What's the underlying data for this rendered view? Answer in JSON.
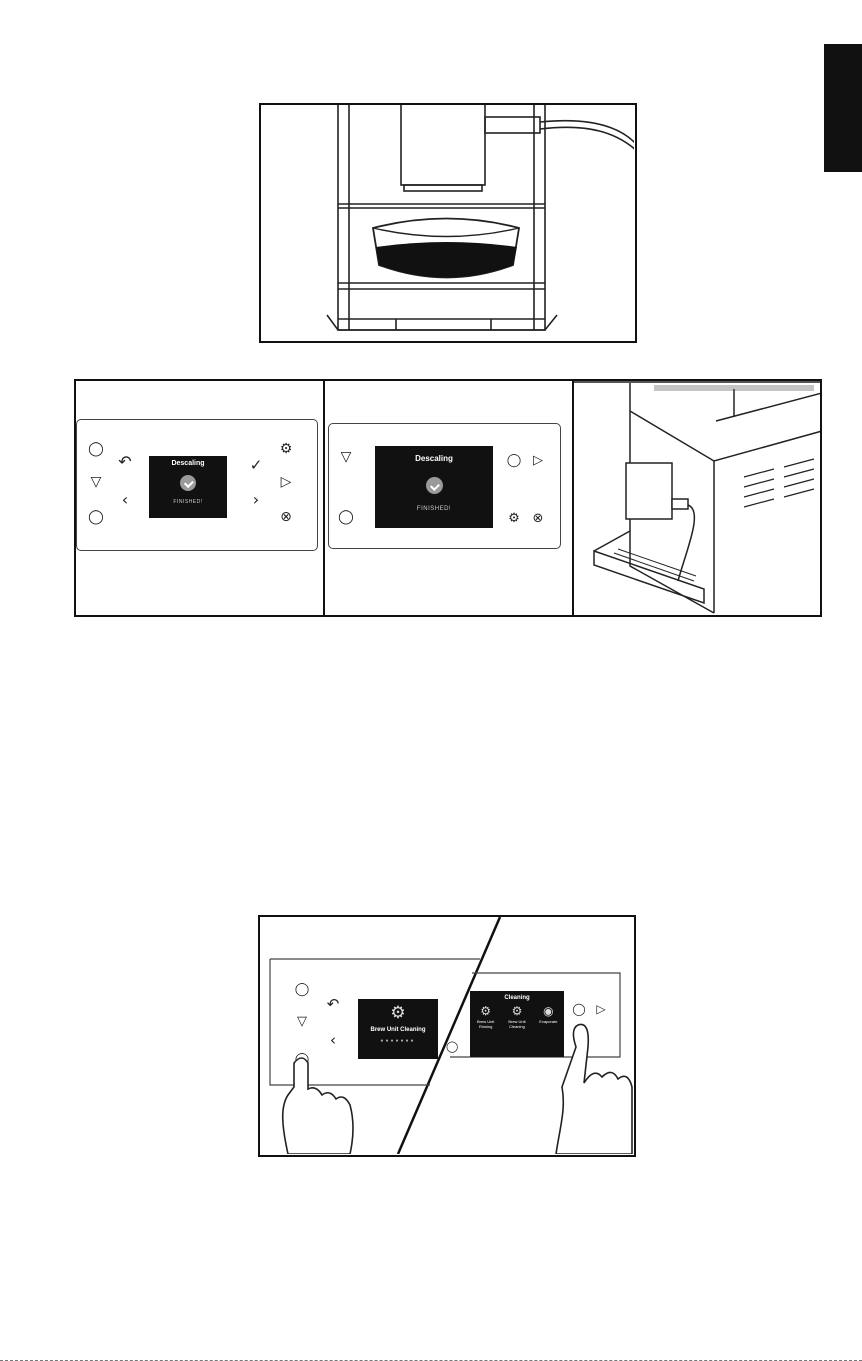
{
  "figures": {
    "descaling_small": {
      "title": "Descaling",
      "status": "FINISHED!"
    },
    "descaling_large": {
      "title": "Descaling",
      "status": "FINISHED!"
    },
    "cleaning_left": {
      "title": "Brew Unit Cleaning"
    },
    "cleaning_right": {
      "title": "Cleaning",
      "options": [
        "Brew Unit Rinsing",
        "Brew Unit Cleaning",
        "Evaporate"
      ]
    }
  },
  "icons": {
    "profile": "person-icon",
    "cup": "cup-icon",
    "maintenance": "maintenance-icon",
    "settings": "gear-icon",
    "play": "play-icon",
    "cancel": "cancel-icon",
    "back": "back-arrow-icon",
    "confirm": "check-icon",
    "left": "chevron-left-icon",
    "right": "chevron-right-icon"
  }
}
